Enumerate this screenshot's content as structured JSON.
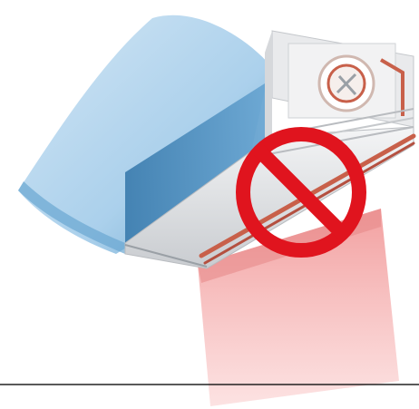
{
  "illustration": {
    "subject": "air-conditioner-indoor-unit",
    "prohibition_symbol": "no-sign-icon",
    "cold_airflow": "cold-air-stream",
    "warm_airflow": "warm-air-stream"
  },
  "colors": {
    "no_sign": "#e0141e",
    "cold_air": "#9cc8e8",
    "cold_air_deep": "#5a9bc8",
    "warm_air": "#f4b6b6",
    "warm_air_deep": "#e88a8a",
    "unit_body": "#e6e8ea",
    "unit_shadow": "#b9bcc0",
    "heater_coil": "#c8604a",
    "floor_line": "#222222"
  }
}
